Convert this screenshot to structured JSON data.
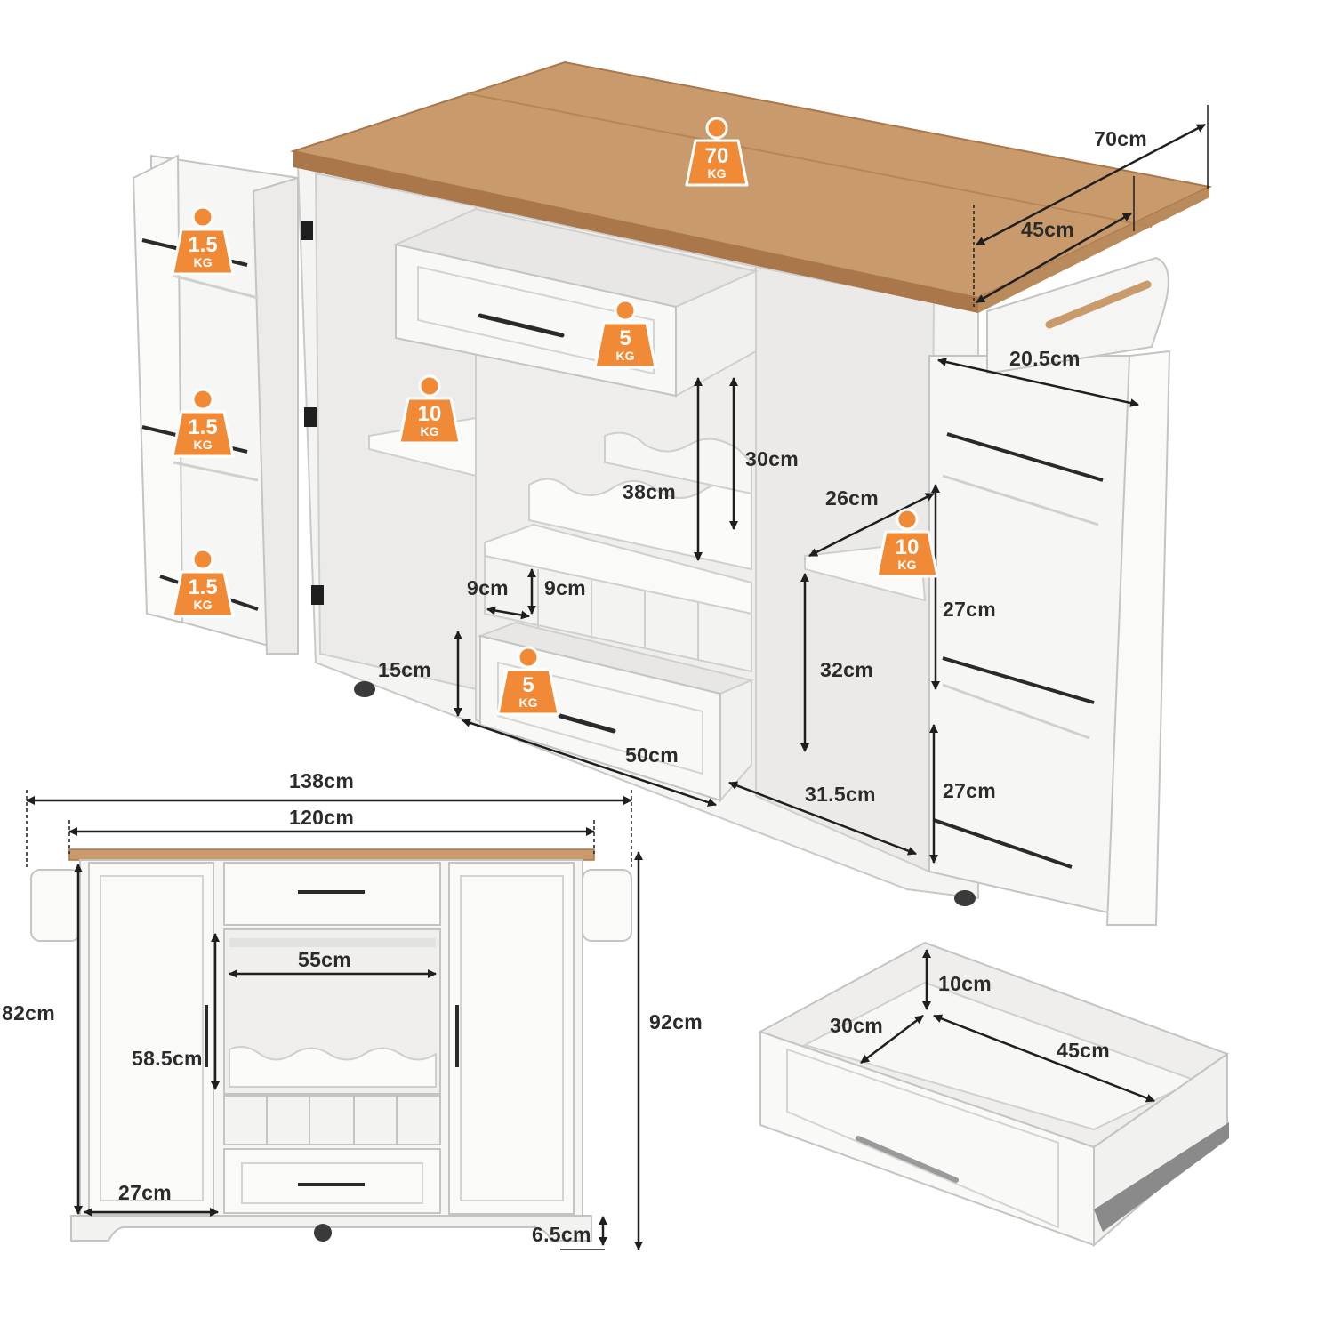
{
  "colors": {
    "wood": "#c99a6b",
    "wood_edge": "#a9774a",
    "cabinet": "#f4f4f2",
    "cabinet_shade": "#e2e2e0",
    "line": "#555555",
    "badge": "#f08a36",
    "handle": "#2a2a2a"
  },
  "weights": {
    "top": {
      "value": "70",
      "unit": "KG"
    },
    "spice_1": {
      "value": "1.5",
      "unit": "KG"
    },
    "spice_2": {
      "value": "1.5",
      "unit": "KG"
    },
    "spice_3": {
      "value": "1.5",
      "unit": "KG"
    },
    "drawer_top": {
      "value": "5",
      "unit": "KG"
    },
    "drawer_bottom": {
      "value": "5",
      "unit": "KG"
    },
    "shelf_left": {
      "value": "10",
      "unit": "KG"
    },
    "shelf_right": {
      "value": "10",
      "unit": "KG"
    }
  },
  "dimensions": {
    "depth_extended": "70cm",
    "depth_body": "45cm",
    "spice_rack_width": "20.5cm",
    "drawer_opening_height": "30cm",
    "wine_rack_height": "38cm",
    "shelf_depth": "26cm",
    "rack_shelf_height_1": "27cm",
    "rack_shelf_height_2": "27cm",
    "cubby_width": "9cm",
    "cubby_height": "9cm",
    "cabinet_shelf_height": "32cm",
    "bottom_clearance": "15cm",
    "drawer_width": "50cm",
    "cabinet_depth": "31.5cm",
    "total_width": "138cm",
    "body_width": "120cm",
    "inner_wine_width": "55cm",
    "body_height": "82cm",
    "door_height": "58.5cm",
    "total_height": "92cm",
    "door_width": "27cm",
    "leg_height": "6.5cm",
    "drawer_detail_height": "10cm",
    "drawer_detail_depth": "30cm",
    "drawer_detail_width": "45cm"
  }
}
